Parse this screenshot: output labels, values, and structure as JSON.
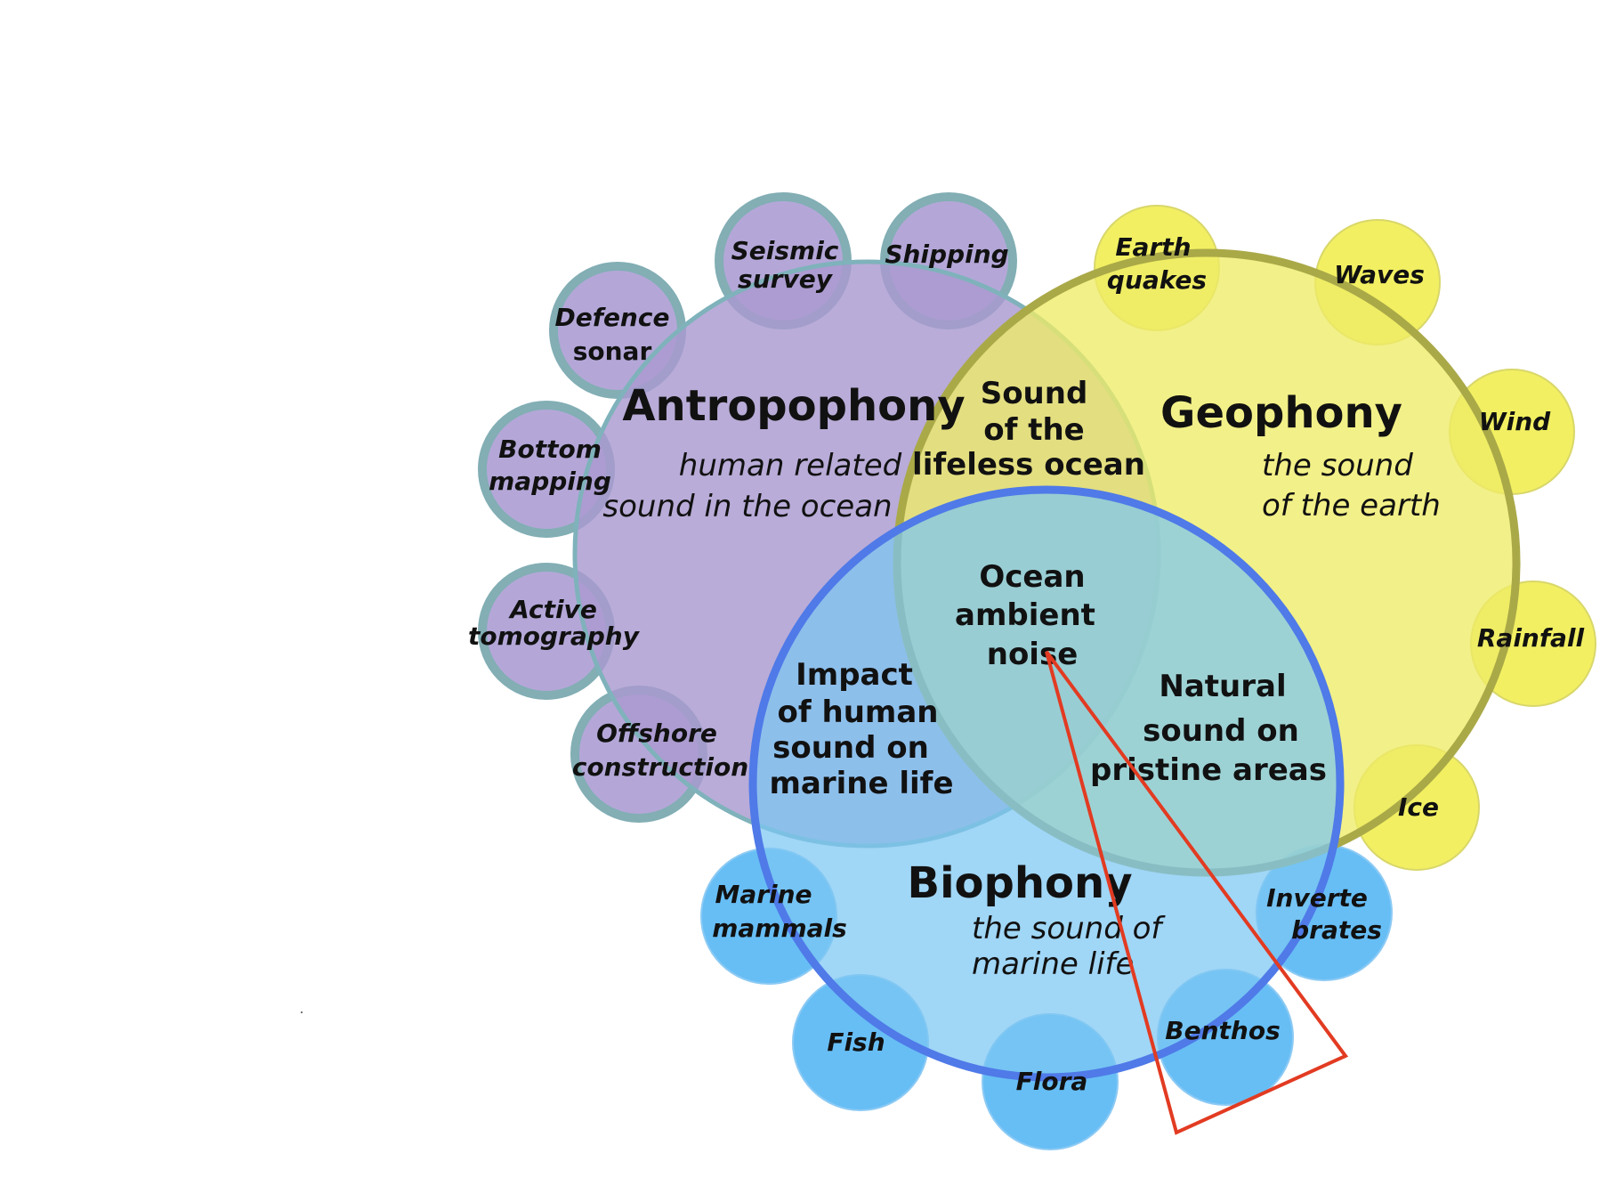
{
  "colors": {
    "anthropophony_fill": "#a99ad0",
    "anthropophony_stroke": "#7fb2bb",
    "geophony_fill": "#eeec66",
    "geophony_stroke": "#aaa948",
    "biophony_fill": "#7cc6f2",
    "biophony_stroke": "#4f7ae8",
    "anthro_satellite_fill": "#b0a2d6",
    "anthro_satellite_stroke": "#82aeb4",
    "geo_satellite_fill": "#f1ef55",
    "geo_satellite_stroke": "#d9d76a",
    "bio_satellite_fill": "#4cb3f3",
    "bio_satellite_stroke": "#8ccaf4",
    "triangle_stroke": "#e23b22"
  },
  "main_circles": [
    {
      "id": "anthropophony",
      "title": "Antropophony",
      "subtitle_lines": [
        "human related",
        "sound in the ocean"
      ]
    },
    {
      "id": "geophony",
      "title": "Geophony",
      "subtitle_lines": [
        "the sound",
        "of the earth"
      ]
    },
    {
      "id": "biophony",
      "title": "Biophony",
      "subtitle_lines": [
        "the sound of",
        "marine life"
      ]
    }
  ],
  "overlaps": [
    {
      "id": "anthro-geo",
      "lines": [
        "Sound",
        "of the",
        "lifeless ocean"
      ]
    },
    {
      "id": "center",
      "lines": [
        "Ocean",
        "ambient",
        "noise"
      ]
    },
    {
      "id": "anthro-bio",
      "lines": [
        "Impact",
        "of human",
        "sound on",
        "marine life"
      ]
    },
    {
      "id": "geo-bio",
      "lines": [
        "Natural",
        "sound on",
        "pristine areas"
      ]
    }
  ],
  "satellites": {
    "anthropophony": [
      {
        "id": "seismic-survey",
        "lines": [
          "Seismic",
          "survey"
        ]
      },
      {
        "id": "shipping",
        "lines": [
          "Shipping"
        ]
      },
      {
        "id": "defence-sonar",
        "lines": [
          "Defence",
          "sonar"
        ]
      },
      {
        "id": "bottom-mapping",
        "lines": [
          "Bottom",
          "mapping"
        ]
      },
      {
        "id": "active-tomography",
        "lines": [
          "Active",
          "tomography"
        ]
      },
      {
        "id": "offshore-construction",
        "lines": [
          "Offshore",
          "construction"
        ]
      }
    ],
    "geophony": [
      {
        "id": "earthquakes",
        "lines": [
          "Earth",
          "quakes"
        ]
      },
      {
        "id": "waves",
        "lines": [
          "Waves"
        ]
      },
      {
        "id": "wind",
        "lines": [
          "Wind"
        ]
      },
      {
        "id": "rainfall",
        "lines": [
          "Rainfall"
        ]
      },
      {
        "id": "ice",
        "lines": [
          "Ice"
        ]
      }
    ],
    "biophony": [
      {
        "id": "marine-mammals",
        "lines": [
          "Marine",
          "mammals"
        ]
      },
      {
        "id": "fish",
        "lines": [
          "Fish"
        ]
      },
      {
        "id": "flora",
        "lines": [
          "Flora"
        ]
      },
      {
        "id": "benthos",
        "lines": [
          "Benthos"
        ]
      },
      {
        "id": "invertebrates",
        "lines": [
          "Inverte",
          "brates"
        ]
      }
    ]
  }
}
